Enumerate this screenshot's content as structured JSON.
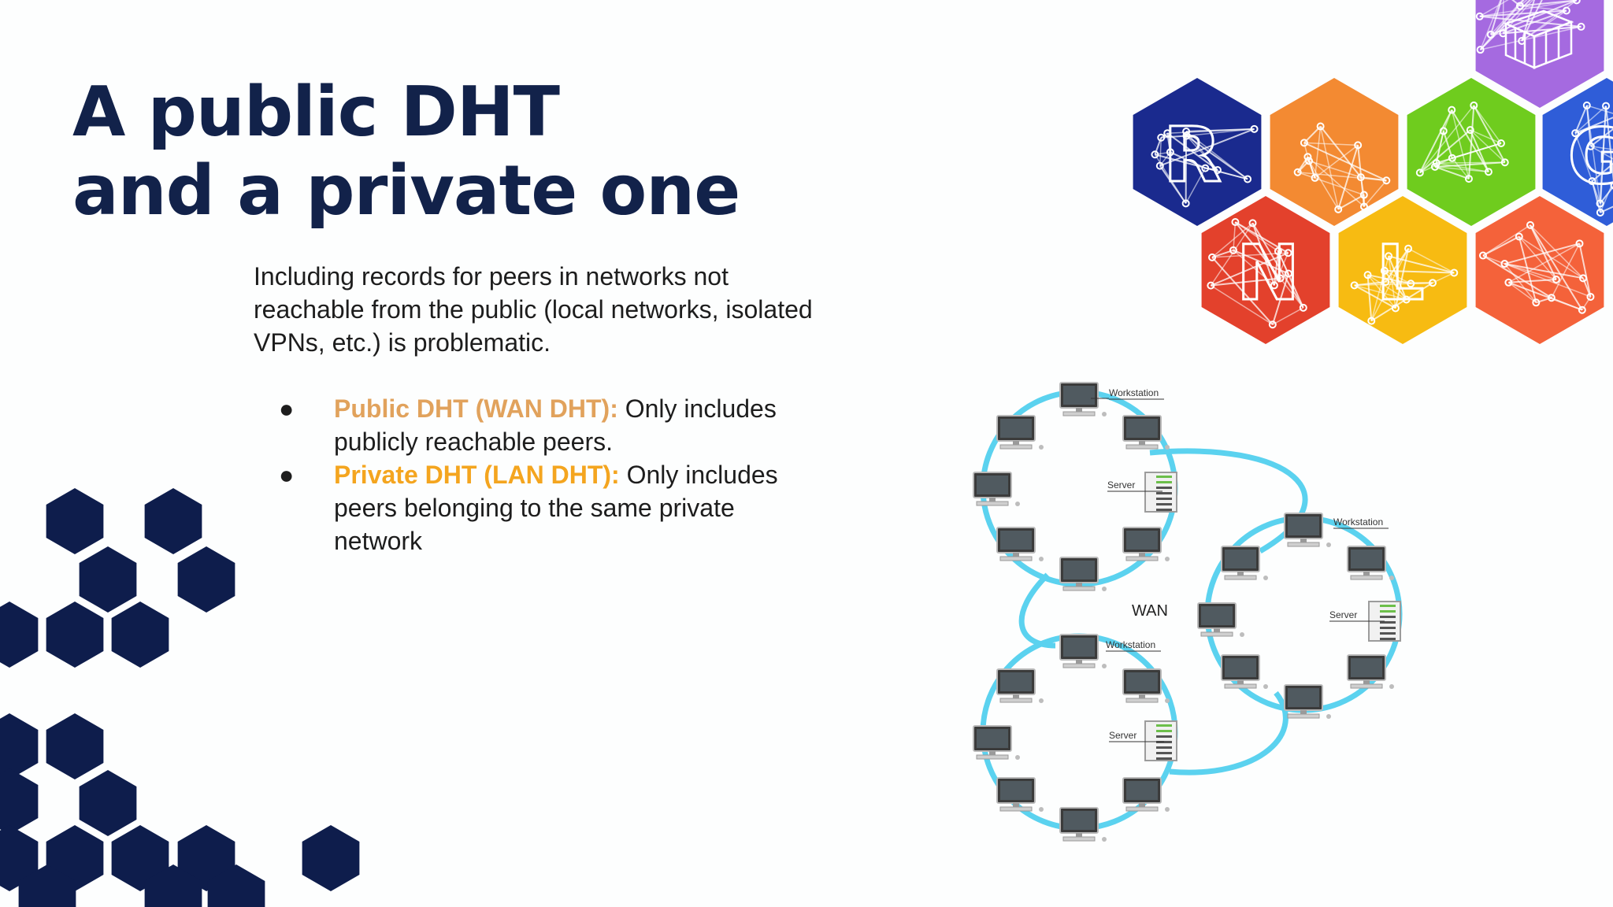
{
  "title": {
    "line1": "A public DHT",
    "line2": "and a private one"
  },
  "intro": "Including records for peers in networks not reachable from the public (local networks, isolated VPNs, etc.) is problematic.",
  "bullets": [
    {
      "marker": "●",
      "label": "Public DHT (WAN DHT):",
      "text": " Only includes publicly reachable peers."
    },
    {
      "marker": "●",
      "label": "Private DHT (LAN DHT):",
      "text": " Only includes peers belonging to the same private network"
    }
  ],
  "logo": {
    "letters": [
      "R",
      "N",
      "L",
      "G"
    ]
  },
  "diagram": {
    "wan_label": "WAN",
    "workstation_label": "Workstation",
    "server_label": "Server"
  },
  "colors": {
    "title": "#12224a",
    "public_label": "#e1a25c",
    "private_label": "#f4a51f",
    "hexagon_navy": "#0e1d4c",
    "network_ring": "#5bd2ef",
    "logo_navy": "#1a2a8e",
    "logo_orange": "#f38a32",
    "logo_green": "#6fcc1e",
    "logo_purple": "#a56ae0",
    "logo_blue": "#2f5dd8",
    "logo_red": "#e3412c",
    "logo_yellow": "#f7bb12",
    "logo_coral": "#f4623a"
  }
}
